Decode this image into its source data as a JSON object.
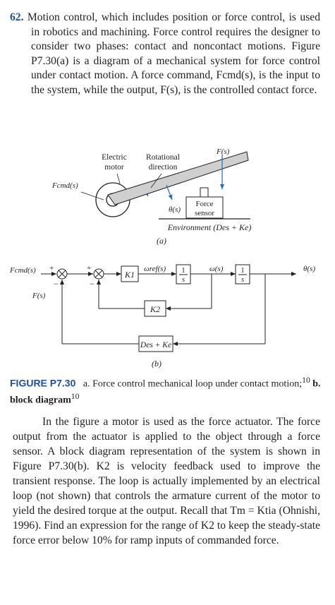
{
  "problem": {
    "number": "62.",
    "text": "Motion control, which includes position or force control, is used in robotics and machining. Force control requires the designer to consider two phases: contact and noncontact motions. Figure P7.30(a) is a diagram of a mechanical system for force control under contact motion. A force command, Fcmd(s), is the input to the system, while the output, F(s), is the controlled contact force."
  },
  "figure_a": {
    "label_electric_motor_1": "Electric",
    "label_electric_motor_2": "motor",
    "label_rotational_1": "Rotational",
    "label_rotational_2": "direction",
    "label_fs": "F(s)",
    "label_fcmd": "Fcmd(s)",
    "label_theta": "θ(s)",
    "label_force_sensor_1": "Force",
    "label_force_sensor_2": "sensor",
    "label_environment": "Environment (Des + Ke)",
    "sublabel": "(a)"
  },
  "figure_b": {
    "label_fcmd": "Fcmd(s)",
    "label_plus1": "+",
    "label_minus1": "−",
    "label_plus2": "+",
    "label_minus2": "−",
    "label_fs": "F(s)",
    "block_k1": "K1",
    "label_wref": "ωref(s)",
    "block_int1_num": "1",
    "block_int1_den": "s",
    "label_w": "ω(s)",
    "block_int2_num": "1",
    "block_int2_den": "s",
    "label_theta": "θ(s)",
    "block_k2": "K2",
    "block_env": "Des + Ke",
    "sublabel": "(b)"
  },
  "caption": {
    "label": "FIGURE P7.30",
    "text": "a. Force control mechanical loop under contact motion;",
    "ref1": "10",
    "text2": " b. block diagram",
    "ref2": "10"
  },
  "body": {
    "text": "In the figure a motor is used as the force actuator. The force output from the actuator is applied to the object through a force sensor. A block diagram representation of the system is shown in Figure P7.30(b). K2 is velocity feedback used to improve the transient response. The loop is actually implemented by an electrical loop (not shown) that controls the armature current of the motor to yield the desired torque at the output. Recall that Tm = Ktia (Ohnishi, 1996). Find an expression for the range of K2 to keep the steady-state force error below 10% for ramp inputs of commanded force."
  },
  "colors": {
    "accent": "#1f4f9c",
    "arm": "#c8c8c8",
    "ink": "#231f20"
  }
}
